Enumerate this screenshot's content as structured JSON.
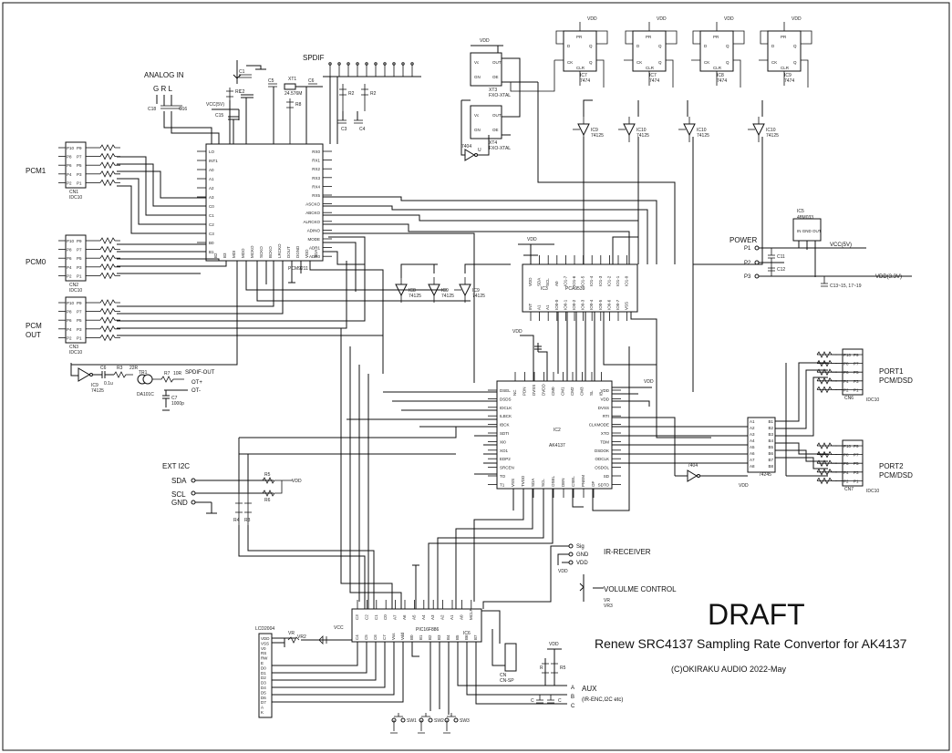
{
  "watermark": "DRAFT",
  "title": "Renew SRC4137  Sampling Rate Convertor for AK4137",
  "copyright": "(C)OKIRAKU AUDIO 2022-May",
  "labels": {
    "analog_in": "ANALOG IN",
    "grl": "G R L",
    "spdif": "SPDIF",
    "pcm1": "PCM1",
    "pcm0": "PCM0",
    "pcm_out_1": "PCM",
    "pcm_out_2": "OUT",
    "spdif_out": "SPDIF-OUT",
    "opt_plus": "OT+",
    "opt_minus": "OT-",
    "ext_i2c": "EXT I2C",
    "sda": "SDA",
    "scl": "SCL",
    "gnd": "GND",
    "power": "POWER",
    "p1": "P1",
    "p2": "P2",
    "p3": "P3",
    "vcc5": "VCC(5V)",
    "vdd33": "VDD(3.3V)",
    "port1_1": "PORT1",
    "port1_2": "PCM/DSD",
    "port2_1": "PORT2",
    "port2_2": "PCM/DSD",
    "ir_receiver": "IR-RECEIVER",
    "sig": "Sig",
    "ir_gnd": "GND",
    "ir_vdd": "VDD",
    "volume": "VOLULME CONTROL",
    "aux": "AUX",
    "aux_sub": "(IR-ENC,I2C etc)",
    "aux_a": "A",
    "aux_b": "B",
    "aux_c": "C"
  },
  "chips": {
    "ic1_name": "PCM9211",
    "ic2_name": "IC2",
    "ic2_part": "AK4137",
    "ic3_name": "IC3",
    "ic3_part": "PCA9539",
    "ic5_name": "IC5",
    "ic5_part": "48M033",
    "ic6_name": "IC6",
    "ic6_part": "PIC16F886",
    "ic7_a": "IC7",
    "ic7_b": "IC7",
    "ic8": "IC8",
    "ic9": "IC9",
    "part_7474": "7474",
    "part_74125": "74125",
    "part_74245": "74245",
    "xt1": "XT1",
    "xt1_freq": "24.576M",
    "xt3": "XT3",
    "xt4": "XT4",
    "fxo": "FXO-XTAL",
    "lcd": "LCD2004",
    "cn1": "CN1",
    "cn2": "CN2",
    "cn3": "CN3",
    "cn6": "CN6",
    "cn7": "CN7",
    "idc10": "IDC10",
    "tr1": "TR1",
    "da101": "DA101C",
    "vcc5_small": "VCC(5V)"
  },
  "pins": {
    "ic1_left": [
      "LO",
      "INT1",
      "A0",
      "A1",
      "A2",
      "A3",
      "C0",
      "C1",
      "C2",
      "C3",
      "B0",
      "B1"
    ],
    "ic1_right": [
      "RX0",
      "RX1",
      "RX2",
      "RX3",
      "RX4",
      "RX5",
      "ASCKO",
      "ABCKO",
      "ALRCKO",
      "ADINO",
      "MODE",
      "ADR1",
      "ADR0"
    ],
    "ic1_bottom": [
      "B2",
      "B3",
      "MDI",
      "MDO",
      "MCKO",
      "SCKO",
      "BCKO",
      "LRCKO",
      "DOUT",
      "DGND",
      "VDD",
      "SDA"
    ],
    "ic2_left": [
      "DSEL",
      "DSDS",
      "IDCLK",
      "ILBCK",
      "IBCK",
      "SDTI",
      "XI0",
      "XO1",
      "EDP2",
      "SRCEN",
      "TO",
      "T1"
    ],
    "ic2_right": [
      "VDD",
      "VDD",
      "DVSS",
      "RTI",
      "CLKMODE",
      "XTO",
      "TDM",
      "DSDOK",
      "ODCLK",
      "OSDOL",
      "SD",
      "SDTO"
    ],
    "ic2_top": [
      "NC",
      "PDN",
      "DVSS",
      "DVDD",
      "CM0",
      "CM1",
      "CM2",
      "CM3",
      "SL",
      "IB"
    ],
    "ic2_bottom": [
      "VSS",
      "TVDD",
      "SDA",
      "SCL",
      "OSEL",
      "DEN",
      "CSEL",
      "PNEM",
      "OF"
    ],
    "ic3_top": [
      "VDD",
      "SDA",
      "SCL",
      "A0",
      "IO1-7",
      "IO1-6",
      "IO1-5",
      "IO1-4",
      "IO1-3",
      "IO1-2",
      "IO1-1",
      "IO1-0"
    ],
    "ic3_bottom": [
      "INT",
      "A1",
      "A1",
      "IO0-0",
      "IO0-1",
      "IO0-2",
      "IO0-3",
      "IO0-4",
      "IO0-5",
      "IO0-6",
      "IO0-7",
      "VSS"
    ],
    "ic6_top": [
      "C3",
      "C2",
      "C1",
      "C0",
      "A7",
      "A6",
      "A5",
      "A4",
      "A3",
      "A2",
      "A1",
      "A0",
      "MCLR"
    ],
    "ic6_bottom": [
      "C4",
      "C5",
      "C6",
      "C7",
      "Vss",
      "Vdd",
      "B0",
      "B1",
      "B2",
      "B3",
      "B4",
      "B5",
      "B6",
      "B7"
    ],
    "lcd_pins": [
      "VDD",
      "VSS",
      "V0",
      "RS",
      "RW",
      "E",
      "D0",
      "D1",
      "D2",
      "D3",
      "D4",
      "D5",
      "D6",
      "D7",
      "A",
      "K"
    ],
    "ic245_left": [
      "A1",
      "A2",
      "A3",
      "A4",
      "A5",
      "A6",
      "A7",
      "A8"
    ],
    "ic245_right": [
      "B1",
      "B2",
      "B3",
      "B4",
      "B5",
      "B6",
      "B7",
      "B8"
    ],
    "idc_left": [
      "P10",
      "P8",
      "P6",
      "P4",
      "P2"
    ],
    "idc_right": [
      "P9",
      "P7",
      "P5",
      "P3",
      "P1"
    ]
  },
  "net_labels": {
    "vdd": "VDD",
    "vcc": "VCC",
    "scl": "SCL",
    "sda": "SDA",
    "vcc5v": "VCC(5V)"
  }
}
